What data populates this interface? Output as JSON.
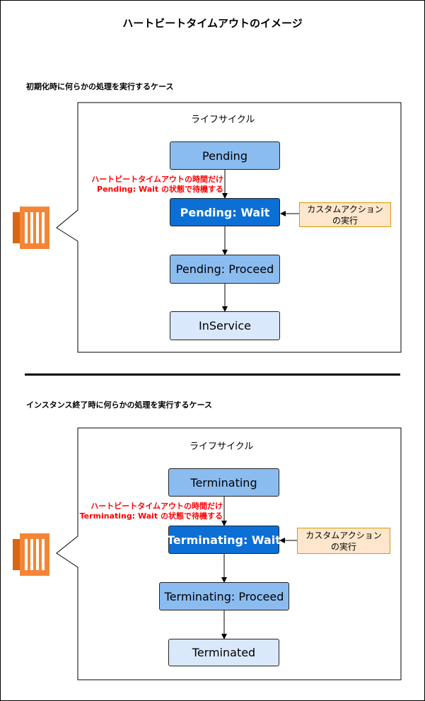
{
  "title": "ハートビートタイムアウトのイメージ",
  "sections": [
    {
      "heading": "初期化時に何らかの処理を実行するケース",
      "lifecycle_label": "ライフサイクル",
      "states": [
        "Pending",
        "Pending: Wait",
        "Pending: Proceed",
        "InService"
      ],
      "note_lines": [
        "ハートビートタイムアウトの時間だけ",
        "Pending: Wait の状態で待機する"
      ],
      "action_lines": [
        "カスタムアクション",
        "の実行"
      ]
    },
    {
      "heading": "インスタンス終了時に何らかの処理を実行するケース",
      "lifecycle_label": "ライフサイクル",
      "states": [
        "Terminating",
        "Terminating: Wait",
        "Terminating: Proceed",
        "Terminated"
      ],
      "note_lines": [
        "ハートビートタイムアウトの時間だけ",
        "Terminating: Wait の状態で待機する"
      ],
      "action_lines": [
        "カスタムアクション",
        "の実行"
      ]
    }
  ],
  "colors": {
    "state_light": "#dae8fc",
    "state_mid": "#8bbcf0",
    "state_wait": "#0b6fd5",
    "action_fill": "#ffe6cc",
    "action_border": "#d79b00",
    "note_text": "#ff0000",
    "ec2_orange": "#f58536"
  },
  "icons": [
    "ec2-instance-icon",
    "ec2-instance-icon"
  ]
}
